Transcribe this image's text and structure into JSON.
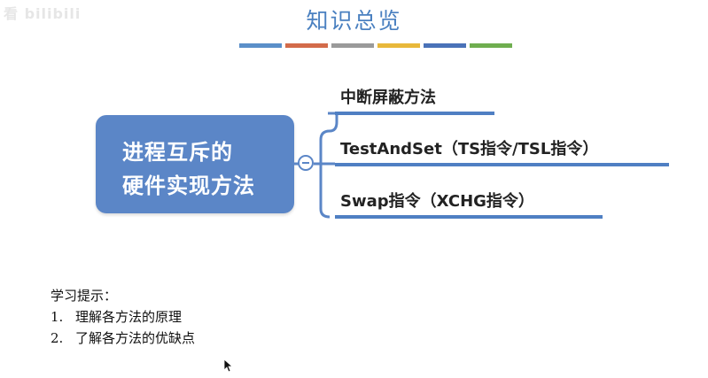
{
  "watermark": "看 bilibili",
  "title": "知识总览",
  "color_bars": [
    "#5b8fc9",
    "#d36b4a",
    "#9a9a9a",
    "#e8b83a",
    "#4a72b8",
    "#6fae4f"
  ],
  "root": {
    "line1": "进程互斥的",
    "line2": "硬件实现方法",
    "color": "#5b86c7"
  },
  "branches": [
    {
      "label": "中断屏蔽方法"
    },
    {
      "label": "TestAndSet（TS指令/TSL指令）"
    },
    {
      "label": "Swap指令（XCHG指令）"
    }
  ],
  "tips": {
    "heading": "学习提示：",
    "items": [
      {
        "num": "1.",
        "text": "理解各方法的原理"
      },
      {
        "num": "2.",
        "text": "了解各方法的优缺点"
      }
    ]
  }
}
